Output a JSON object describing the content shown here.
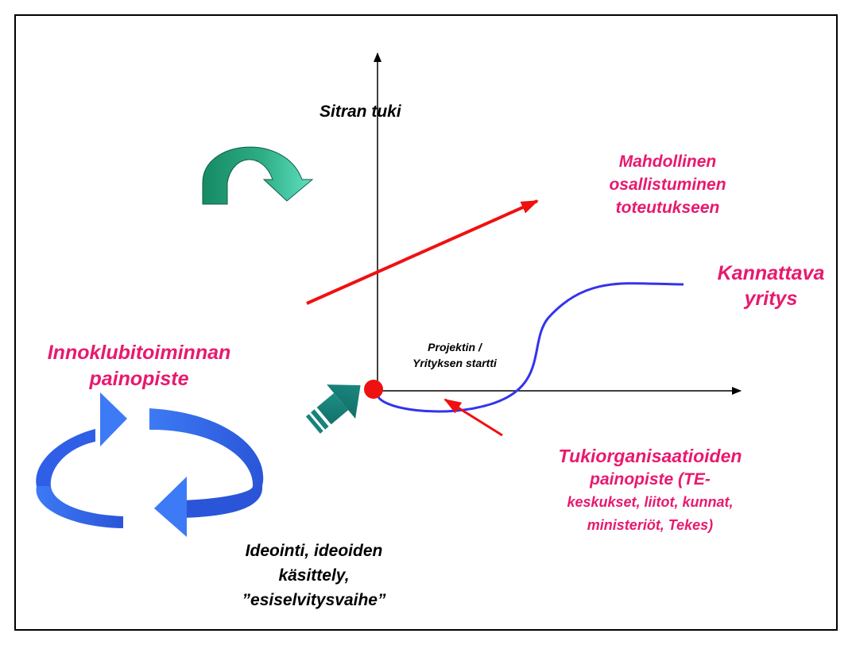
{
  "colors": {
    "magenta": "#e8196e",
    "red_arrow": "#f01010",
    "blue_curve": "#3333ee",
    "cycle_blue": "#3a6cf2",
    "green": "#1b8f72",
    "teal": "#17837c",
    "start_dot": "#ee1111"
  },
  "icons": {
    "curved_arrow": "curved-green-arrow-icon",
    "cycle": "cycle-arrows-icon",
    "block_arrow": "teal-striped-arrow-icon"
  },
  "labels": {
    "y_axis": "Sitran tuki",
    "participation": [
      "Mahdollinen",
      "osallistuminen",
      "toteutukseen"
    ],
    "profitable": [
      "Kannattava",
      "yritys"
    ],
    "innoklubi": [
      "Innoklubitoiminnan",
      "painopiste"
    ],
    "start": [
      "Projektin /",
      "Yrityksen startti"
    ],
    "support_orgs": [
      "Tukiorganisaatioiden",
      "painopiste (TE-",
      "keskukset, liitot, kunnat,",
      "ministeriöt, Tekes)"
    ],
    "ideation": [
      "Ideointi, ideoiden",
      "käsittely,",
      "”esiselvitysvaihe”"
    ]
  }
}
